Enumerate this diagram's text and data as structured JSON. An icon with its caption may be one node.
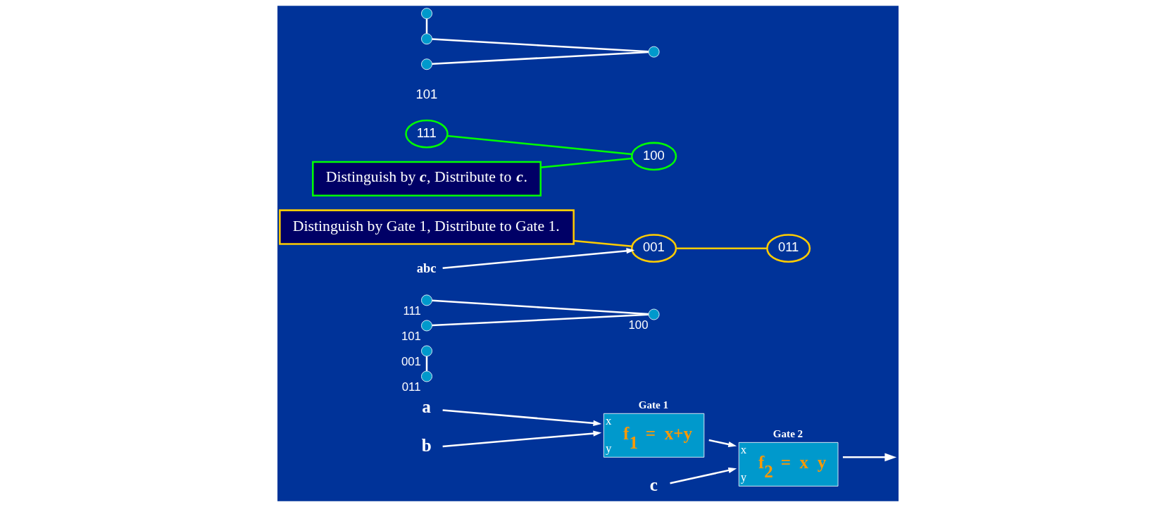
{
  "diagram": {
    "nodes": [
      {
        "text": [
          "a"
        ]
      },
      {
        "text": [
          "b"
        ]
      },
      {
        "text": [
          "c"
        ]
      },
      {
        "text": [
          "Gate 1",
          "x",
          "y",
          "f$_{1}$ = x+y"
        ]
      },
      {
        "text": [
          "Gate 2",
          "x",
          "y",
          "f$_{2}$ = x y"
        ]
      },
      {
        "text": [],
        "shape": "circle",
        "beside": [
          "001"
        ]
      },
      {
        "text": [],
        "shape": "circle",
        "beside": [
          "011"
        ]
      },
      {
        "text": [],
        "shape": "circle",
        "beside": [
          "111"
        ]
      },
      {
        "text": [],
        "shape": "circle",
        "beside": [
          "101"
        ]
      },
      {
        "text": [],
        "shape": "circle",
        "beside": [
          "100"
        ]
      },
      {
        "text": [
          "Distinguish by Gate 1, Distribute to Gate 1."
        ]
      },
      {
        "text": [
          "abc"
        ]
      },
      {
        "text": [
          "001"
        ]
      },
      {
        "text": [
          "011"
        ]
      },
      {
        "text": [
          "111"
        ]
      },
      {
        "text": [
          "101"
        ]
      },
      {
        "text": [],
        "shape": "circle"
      },
      {
        "text": [],
        "shape": "circle"
      },
      {
        "text": [],
        "shape": "circle"
      },
      {
        "text": [],
        "shape": "circle"
      },
      {
        "text": [
          "100"
        ]
      },
      {
        "text": [
          "Distinguish by *c*, Distribute to *c*."
        ]
      }
    ],
    "edges": [
      {
        "from": 0,
        "to": 3,
        "arrow": "to"
      },
      {
        "from": 1,
        "to": 3,
        "arrow": "to"
      },
      {
        "from": 3,
        "to": 4,
        "arrow": "to"
      },
      {
        "from": 2,
        "to": 4,
        "arrow": "to"
      },
      {
        "from": 4,
        "to": null,
        "arrow": "to"
      },
      {
        "from": 5,
        "to": 6,
        "arrow": "none"
      },
      {
        "from": 7,
        "to": 9,
        "arrow": "none"
      },
      {
        "from": 8,
        "to": 9,
        "arrow": "none"
      },
      {
        "from": 10,
        "to": 12,
        "arrow": "none",
        "color": "#ffcc00"
      },
      {
        "from": 11,
        "to": 12,
        "arrow": "to"
      },
      {
        "from": 12,
        "to": 13,
        "arrow": "none",
        "color": "#ffcc00"
      },
      {
        "from": 16,
        "to": 17,
        "arrow": "none"
      },
      {
        "from": 18,
        "to": 19,
        "arrow": "none"
      },
      {
        "from": 17,
        "to": 19,
        "arrow": "none"
      },
      {
        "from": 14,
        "to": 20,
        "arrow": "none",
        "color": "#00ff00"
      },
      {
        "from": 21,
        "to": 20,
        "arrow": "none",
        "color": "#00ff00"
      }
    ]
  }
}
